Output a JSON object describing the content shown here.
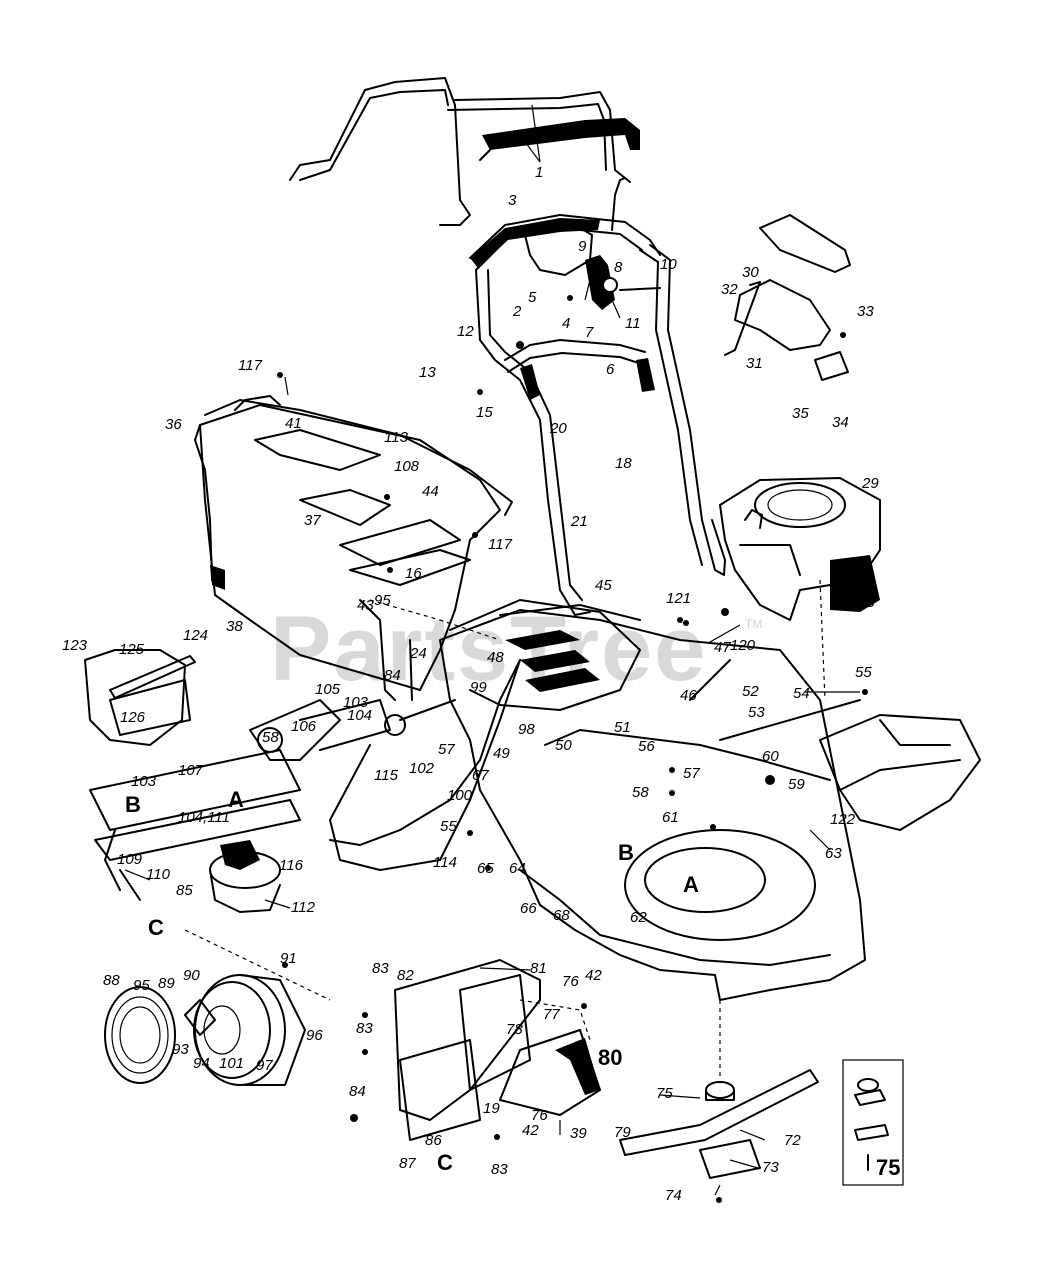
{
  "watermark": {
    "brand": "PartsTree",
    "mark": "TM"
  },
  "callouts": {
    "ref_a": "A",
    "ref_b": "B",
    "ref_c": "C",
    "p1": "1",
    "p2": "2",
    "p3": "3",
    "p4": "4",
    "p5": "5",
    "p6": "6",
    "p7": "7",
    "p8": "8",
    "p9": "9",
    "p10": "10",
    "p11": "11",
    "p12": "12",
    "p13": "13",
    "p15": "15",
    "p16": "16",
    "p18": "18",
    "p19": "19",
    "p20": "20",
    "p21": "21",
    "p24": "24",
    "p28": "28",
    "p29": "29",
    "p30": "30",
    "p31": "31",
    "p32": "32",
    "p33": "33",
    "p34": "34",
    "p35": "35",
    "p36": "36",
    "p37": "37",
    "p38": "38",
    "p39": "39",
    "p41": "41",
    "p42": "42",
    "p43": "43",
    "p44": "44",
    "p45": "45",
    "p46": "46",
    "p47": "47",
    "p48": "48",
    "p49": "49",
    "p50": "50",
    "p51": "51",
    "p52": "52",
    "p53": "53",
    "p54": "54",
    "p55": "55",
    "p56": "56",
    "p57": "57",
    "p58": "58",
    "p59": "59",
    "p60": "60",
    "p61": "61",
    "p62": "62",
    "p63": "63",
    "p64": "64",
    "p65": "65",
    "p66": "66",
    "p67": "67",
    "p68": "68",
    "p72": "72",
    "p73": "73",
    "p74": "74",
    "p75": "75",
    "p76": "76",
    "p77": "77",
    "p78": "78",
    "p79": "79",
    "p80": "80",
    "p81": "81",
    "p82": "82",
    "p83": "83",
    "p84": "84",
    "p85": "85",
    "p86": "86",
    "p87": "87",
    "p88": "88",
    "p89": "89",
    "p90": "90",
    "p91": "91",
    "p93": "93",
    "p94": "94",
    "p95": "95",
    "p96": "96",
    "p97": "97",
    "p98": "98",
    "p99": "99",
    "p100": "100",
    "p101": "101",
    "p102": "102",
    "p103": "103",
    "p104_111": "104,111",
    "p104": "104",
    "p105": "105",
    "p106": "106",
    "p107": "107",
    "p108": "108",
    "p109": "109",
    "p110": "110",
    "p112": "112",
    "p113": "113",
    "p114": "114",
    "p115": "115",
    "p116": "116",
    "p117": "117",
    "p120": "120",
    "p121": "121",
    "p122": "122",
    "p123": "123",
    "p124": "124",
    "p125": "125",
    "p126": "126"
  }
}
